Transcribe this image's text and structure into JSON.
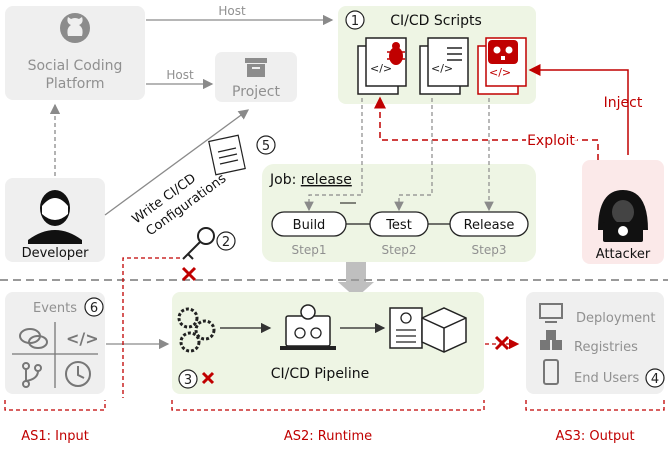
{
  "colors": {
    "green_fill": "#eef5e4",
    "gray_fill": "#efefef",
    "red": "#c00000",
    "red_fill": "#fbe9e9",
    "gray_text": "#909090"
  },
  "top": {
    "platform_l1": "Social Coding",
    "platform_l2": "Platform",
    "project": "Project",
    "host1": "Host",
    "host2": "Host"
  },
  "scripts": {
    "num": "1",
    "title": "CI/CD Scripts"
  },
  "developer": {
    "label": "Developer",
    "write_l1": "Write CI/CD",
    "write_l2": "Configurations",
    "num": "5"
  },
  "job": {
    "prefix": "Job: ",
    "name": "release",
    "steps": [
      {
        "name": "Build",
        "sub": "Step1"
      },
      {
        "name": "Test",
        "sub": "Step2"
      },
      {
        "name": "Release",
        "sub": "Step3"
      }
    ]
  },
  "attacker": {
    "label": "Attacker",
    "inject": "Inject",
    "exploit": "Exploit"
  },
  "key_num": "2",
  "events": {
    "title": "Events",
    "num": "6"
  },
  "pipeline": {
    "title": "CI/CD Pipeline",
    "num": "3"
  },
  "output": {
    "items": [
      "Deployment",
      "Registries",
      "End Users"
    ],
    "num": "4"
  },
  "as_labels": [
    "AS1: Input",
    "AS2: Runtime",
    "AS3: Output"
  ],
  "icons": [
    "github-icon",
    "box-icon",
    "developer-icon",
    "bug-icon",
    "skull-icon",
    "code-icon",
    "key-icon",
    "gears-icon",
    "laptop-gear-icon",
    "document-icon",
    "package-icon",
    "attacker-icon",
    "comment-icon",
    "branch-icon",
    "clock-icon",
    "monitor-icon",
    "cubes-icon",
    "phone-icon",
    "red-x-icon"
  ]
}
